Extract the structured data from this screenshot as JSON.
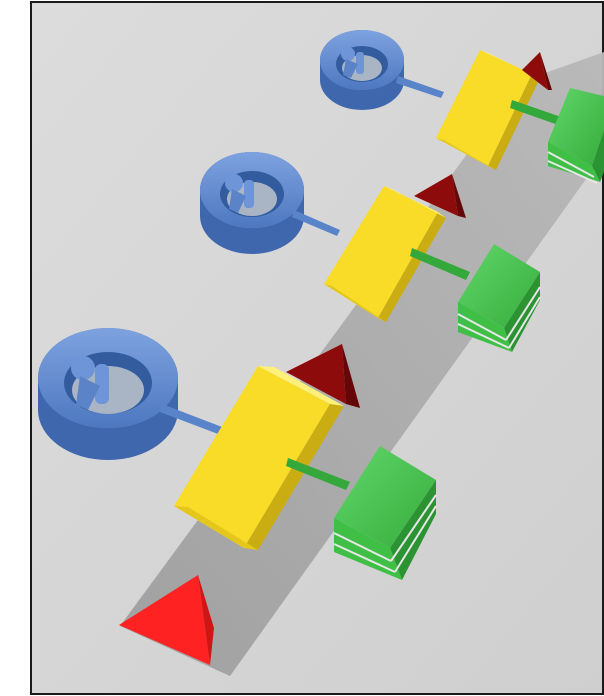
{
  "scene": {
    "type": "3d-illustration",
    "colors": {
      "background": "#d4d4d4",
      "border": "#1a1a1a",
      "track": "#a9a9a9",
      "user_ring": "#5b86cf",
      "user_ring_dark": "#3f67ad",
      "connector_blue": "#4f79c4",
      "process_box_top": "#fff07a",
      "process_box_front": "#f7dd2a",
      "process_box_side": "#c9ad12",
      "storage_stack": "#3fbf45",
      "storage_stack_dark": "#2c9332",
      "connector_green": "#32a63a",
      "arrow_start": "#ff2020",
      "arrow_flow": "#8e0b0b"
    },
    "stations": [
      {
        "id": "station-1",
        "user_icon": "person-in-ring-icon",
        "process_icon": "yellow-box-icon",
        "storage_icon": "green-stack-icon",
        "flow_arrow": "red-triangle-icon"
      },
      {
        "id": "station-2",
        "user_icon": "person-in-ring-icon",
        "process_icon": "yellow-box-icon",
        "storage_icon": "green-stack-icon",
        "flow_arrow": "red-triangle-icon"
      },
      {
        "id": "station-3",
        "user_icon": "person-in-ring-icon",
        "process_icon": "yellow-box-icon",
        "storage_icon": "green-stack-icon",
        "flow_arrow": "red-triangle-icon"
      }
    ],
    "start_marker": "bright-red-triangle-icon"
  }
}
